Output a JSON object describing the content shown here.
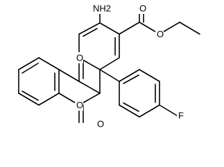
{
  "structure": {
    "atom_labels": {
      "amino": "NH2",
      "ring_oxygen": "O",
      "ester_carbonyl_oxygen": "O",
      "ester_ether_oxygen": "O",
      "lactone_ring_oxygen": "O",
      "lactone_carbonyl_oxygen": "O",
      "fluorine": "F"
    }
  }
}
